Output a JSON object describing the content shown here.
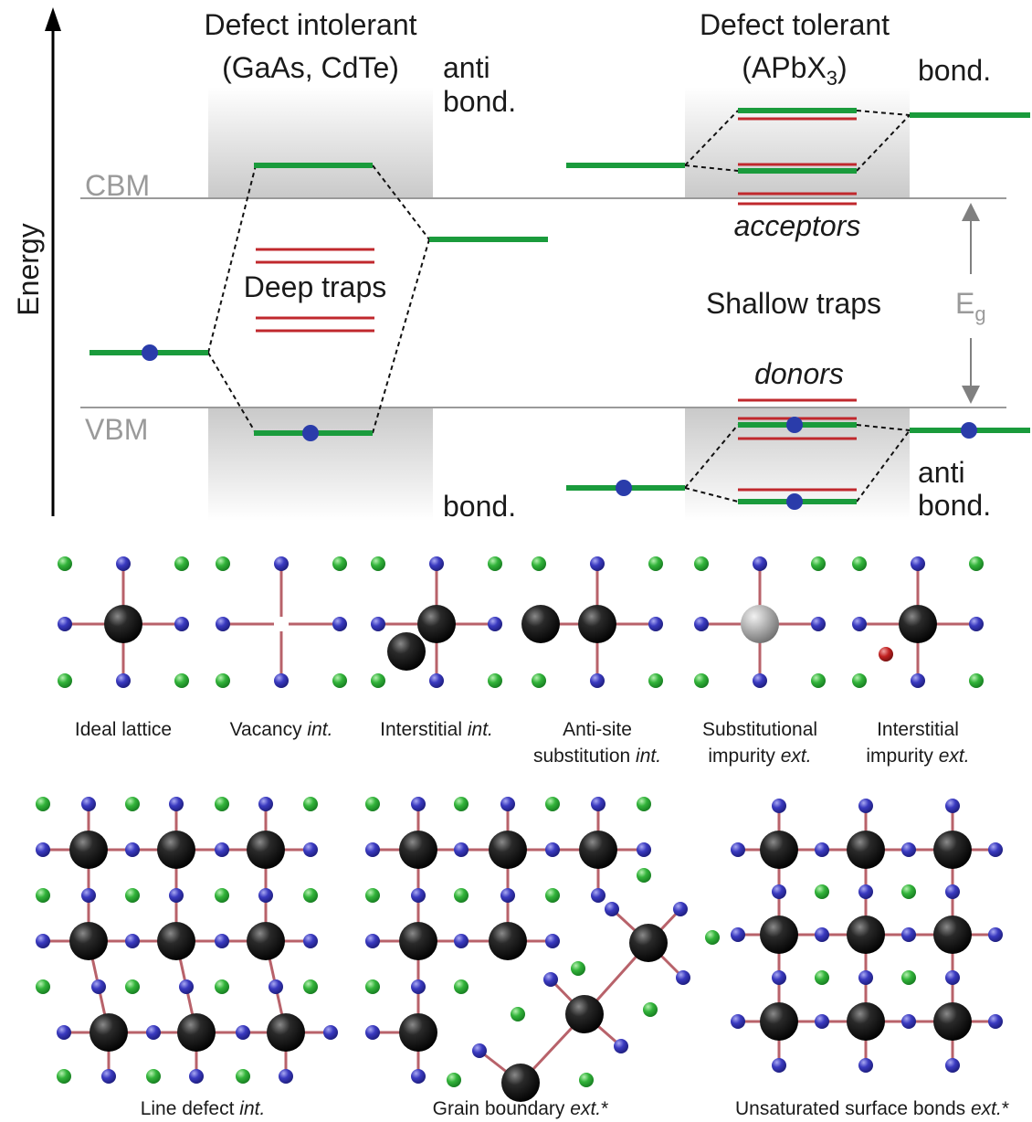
{
  "energy_diagram": {
    "axis_label": "Energy",
    "cbm_label": "CBM",
    "vbm_label": "VBM",
    "eg_label": "E",
    "eg_sub": "g",
    "left": {
      "title": "Defect intolerant",
      "subtitle": "(GaAs, CdTe)",
      "antibond_line1": "anti",
      "antibond_line2": "bond.",
      "deep_traps": "Deep traps",
      "bond_label": "bond."
    },
    "right": {
      "title": "Defect tolerant",
      "subtitle_pre": "(APbX",
      "subtitle_sub": "3",
      "subtitle_post": ")",
      "bond_label": "bond.",
      "acceptors": "acceptors",
      "shallow_traps": "Shallow traps",
      "donors": "donors",
      "antibond_line1": "anti",
      "antibond_line2": "bond."
    }
  },
  "lattice_panels": [
    {
      "caption": "Ideal lattice",
      "caption_em": ""
    },
    {
      "caption": "Vacancy ",
      "caption_em": "int."
    },
    {
      "caption": "Interstitial ",
      "caption_em": "int."
    },
    {
      "caption": "Anti-site",
      "caption2": "substitution ",
      "caption_em": "int."
    },
    {
      "caption": "Substitutional",
      "caption2": "impurity ",
      "caption_em": "ext."
    },
    {
      "caption": "Interstitial",
      "caption2": "impurity ",
      "caption_em": "ext."
    }
  ],
  "extended_defects": [
    {
      "caption": "Line defect ",
      "caption_em": "int.",
      "caption_post": ""
    },
    {
      "caption": "Grain boundary ",
      "caption_em": "ext.",
      "caption_post": "*"
    },
    {
      "caption": "Unsaturated surface bonds ",
      "caption_em": "ext.",
      "caption_post": "*"
    }
  ],
  "colors": {
    "level_green": "#1a9b3c",
    "trap_red": "#c0282d",
    "electron_blue": "#2a3caa",
    "atom_black": "#111111",
    "atom_blue": "#3838b8",
    "atom_green": "#2fae3a",
    "bond_pink": "#b8626a",
    "band_gray": "#c8c8c8"
  }
}
